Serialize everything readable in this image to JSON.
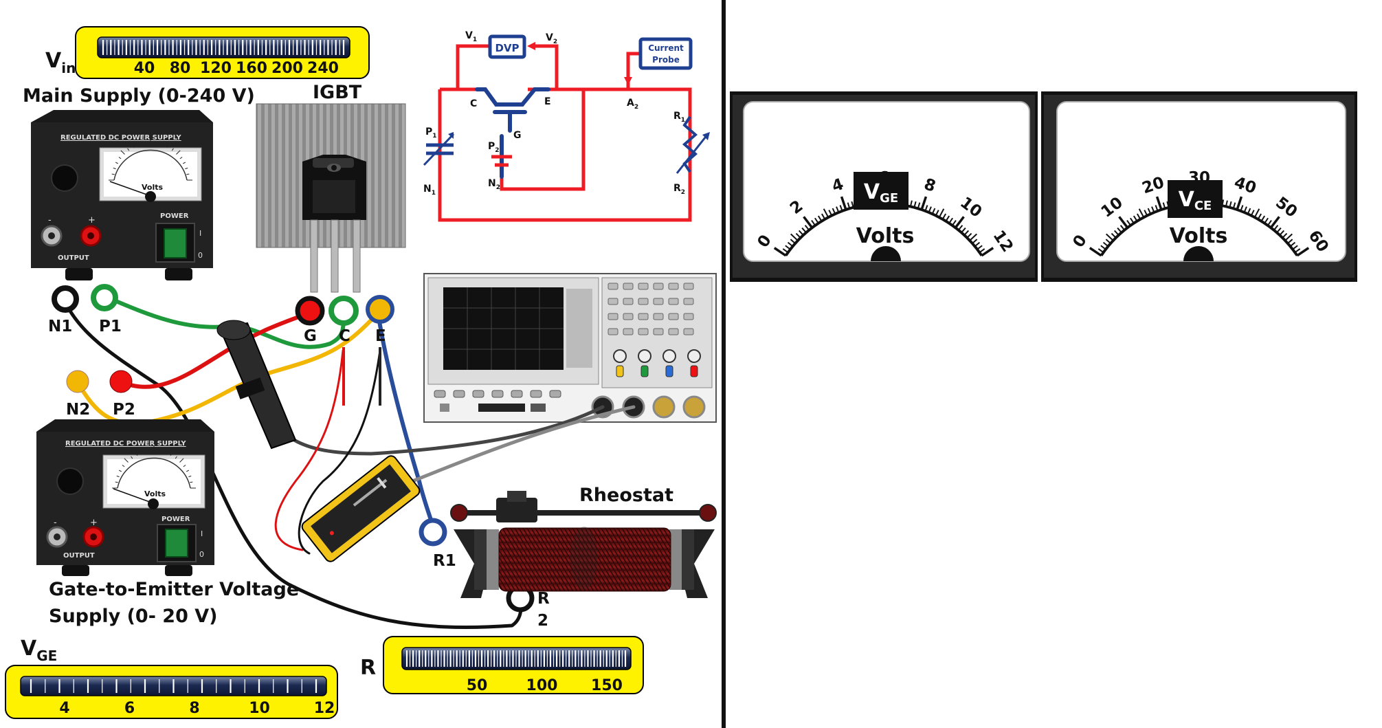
{
  "vin_slider": {
    "symbol": "V",
    "subscript": "in",
    "ticks": [
      "40",
      "80",
      "120",
      "160",
      "200",
      "240"
    ]
  },
  "main_supply": {
    "label": "Main Supply (0-240 V)",
    "panel_title": "REGULATED DC POWER SUPPLY",
    "meter_unit": "Volts",
    "minus": "-",
    "plus": "+",
    "output": "OUTPUT",
    "power": "POWER",
    "on": "I",
    "off": "0"
  },
  "gate_supply": {
    "label_line1": "Gate-to-Emitter Voltage",
    "label_line2": "Supply (0- 20 V)",
    "panel_title": "REGULATED DC POWER SUPPLY",
    "meter_unit": "Volts",
    "minus": "-",
    "plus": "+",
    "output": "OUTPUT",
    "power": "POWER",
    "on": "I",
    "off": "0"
  },
  "igbt": {
    "title": "IGBT"
  },
  "terminals": {
    "n1": "N1",
    "p1": "P1",
    "n2": "N2",
    "p2": "P2",
    "g": "G",
    "c": "C",
    "e": "E",
    "r1": "R1",
    "r2_line1": "R",
    "r2_line2": "2"
  },
  "circuit": {
    "v1": "V",
    "v1_sub": "1",
    "v2": "V",
    "v2_sub": "2",
    "dvp": "DVP",
    "current_probe_line1": "Current",
    "current_probe_line2": "Probe",
    "c": "C",
    "e": "E",
    "g": "G",
    "a2": "A",
    "a2_sub": "2",
    "p1": "P",
    "p1_sub": "1",
    "n1": "N",
    "n1_sub": "1",
    "p2": "P",
    "p2_sub": "2",
    "n2": "N",
    "n2_sub": "2",
    "r1": "R",
    "r1_sub": "1",
    "r2": "R",
    "r2_sub": "2"
  },
  "rheostat": {
    "title": "Rheostat"
  },
  "vge_slider": {
    "symbol": "V",
    "subscript": "GE",
    "ticks": [
      "4",
      "6",
      "8",
      "10",
      "12"
    ]
  },
  "r_slider": {
    "symbol": "R",
    "ticks": [
      "50",
      "100",
      "150"
    ]
  },
  "vge_meter": {
    "symbol": "V",
    "subscript": "GE",
    "unit": "Volts",
    "scale": [
      "0",
      "2",
      "4",
      "6",
      "8",
      "10",
      "12"
    ]
  },
  "vce_meter": {
    "symbol": "V",
    "subscript": "CE",
    "unit": "Volts",
    "scale": [
      "0",
      "10",
      "20",
      "30",
      "40",
      "50",
      "60"
    ]
  },
  "colors": {
    "slider_bg": "#fff200",
    "wire_red": "#e51c23",
    "wire_green": "#1e9a3c",
    "wire_yellow": "#f2b705",
    "wire_blue": "#2a4d9b",
    "circuit_red": "#ee1c25",
    "circuit_blue": "#1f3f91"
  }
}
